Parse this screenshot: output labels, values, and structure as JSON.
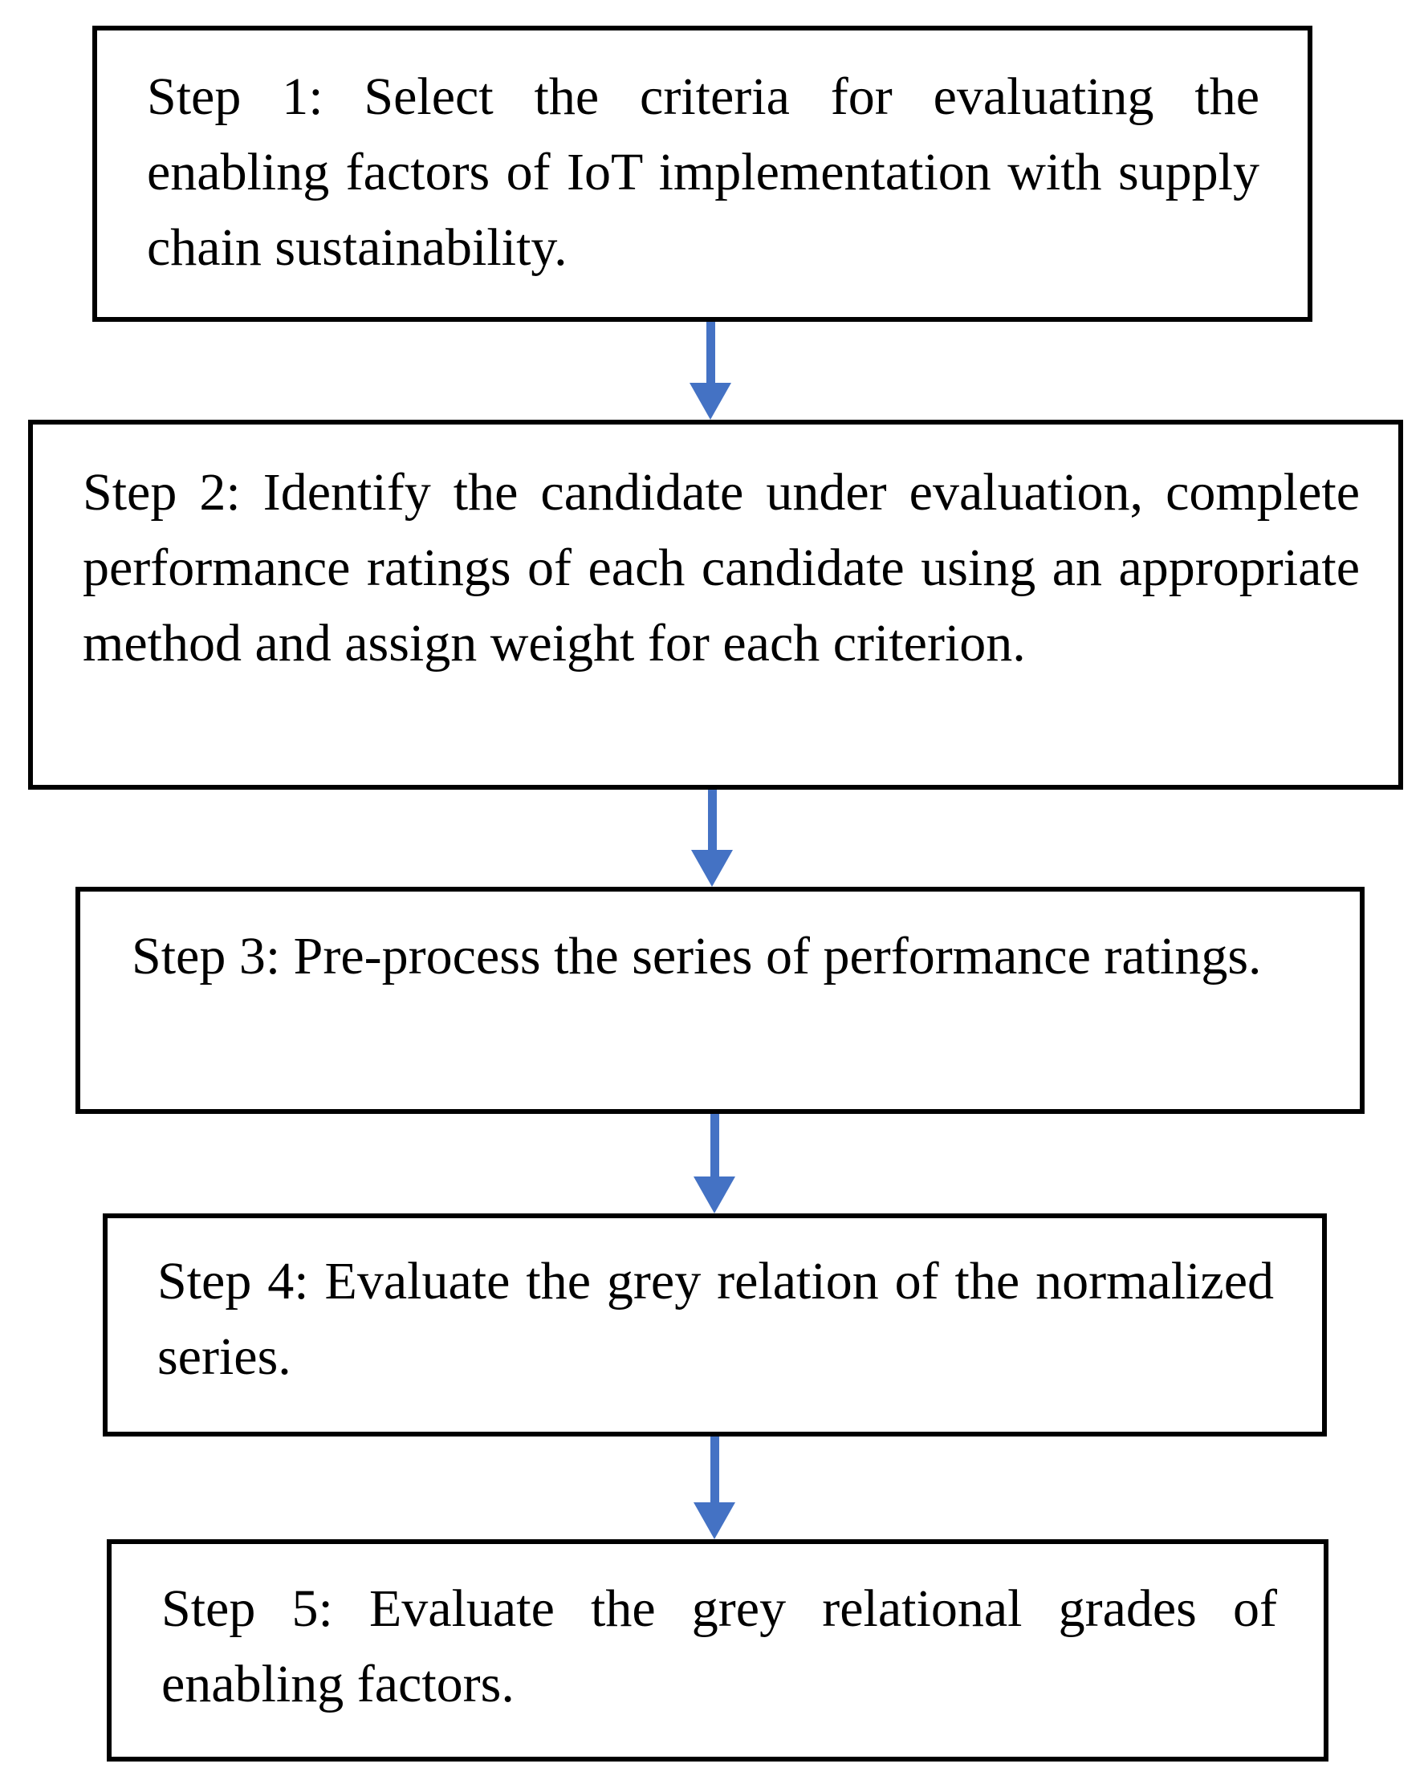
{
  "figure": {
    "type": "flowchart",
    "direction": "top-down",
    "colors": {
      "background": "#ffffff",
      "box_fill": "#ffffff",
      "box_border": "#000000",
      "text": "#000000",
      "arrow": "#4472C4"
    },
    "steps": [
      {
        "id": "step-1",
        "text": "Step 1: Select the criteria for evaluating the enabling factors of IoT implementation with supply chain sustainability."
      },
      {
        "id": "step-2",
        "text": "Step 2: Identify the candidate under evaluation, complete performance ratings of each candidate using an appropriate method and assign weight for each criterion."
      },
      {
        "id": "step-3",
        "text": "Step 3: Pre-process the series of performance ratings."
      },
      {
        "id": "step-4",
        "text": "Step 4: Evaluate the grey relation of the normalized series."
      },
      {
        "id": "step-5",
        "text": "Step 5: Evaluate the grey relational grades of enabling factors."
      }
    ],
    "connectors": [
      {
        "from": "step-1",
        "to": "step-2",
        "shape": "down-arrow"
      },
      {
        "from": "step-2",
        "to": "step-3",
        "shape": "down-arrow"
      },
      {
        "from": "step-3",
        "to": "step-4",
        "shape": "down-arrow"
      },
      {
        "from": "step-4",
        "to": "step-5",
        "shape": "down-arrow"
      }
    ]
  }
}
